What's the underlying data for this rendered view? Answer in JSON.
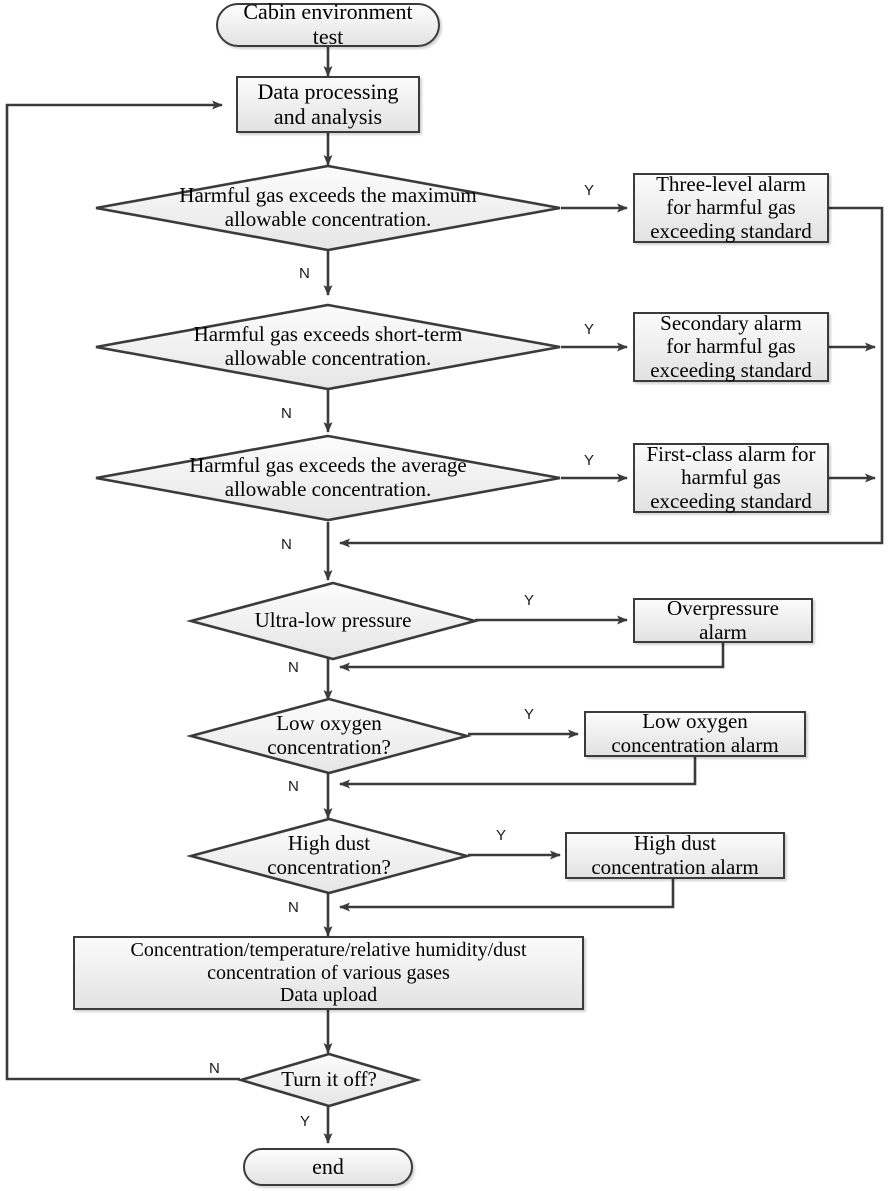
{
  "diagram": {
    "title": "Cabin environment test flowchart",
    "colors": {
      "stroke": "#3b3b3b",
      "fill_light": "#fbfbfb",
      "fill_dark": "#e2e2e2",
      "text": "#000000"
    },
    "nodes": {
      "start": {
        "label": "Cabin environment test",
        "shape": "terminator"
      },
      "data_processing": {
        "label": "Data processing and analysis",
        "shape": "process"
      },
      "d_max": {
        "label": "Harmful gas exceeds the maximum allowable concentration.",
        "shape": "decision"
      },
      "alarm_three_level": {
        "label": "Three-level alarm for harmful gas exceeding standard",
        "shape": "process"
      },
      "d_short": {
        "label": "Harmful gas exceeds short-term allowable concentration.",
        "shape": "decision"
      },
      "alarm_secondary": {
        "label": "Secondary alarm for harmful gas exceeding standard",
        "shape": "process"
      },
      "d_average": {
        "label": "Harmful gas exceeds the average allowable concentration.",
        "shape": "decision"
      },
      "alarm_first_class": {
        "label": "First-class alarm for harmful gas exceeding standard",
        "shape": "process"
      },
      "d_pressure": {
        "label": "Ultra-low pressure",
        "shape": "decision"
      },
      "alarm_overpressure": {
        "label": "Overpressure alarm",
        "shape": "process"
      },
      "d_oxygen": {
        "label": "Low oxygen concentration?",
        "shape": "decision"
      },
      "alarm_oxygen": {
        "label": "Low oxygen concentration alarm",
        "shape": "process"
      },
      "d_dust": {
        "label": "High dust concentration?",
        "shape": "decision"
      },
      "alarm_dust": {
        "label": "High dust concentration alarm",
        "shape": "process"
      },
      "data_upload": {
        "label": "Concentration/temperature/relative humidity/dust concentration of various gases Data upload",
        "shape": "process"
      },
      "d_turn_off": {
        "label": "Turn it off?",
        "shape": "decision"
      },
      "end": {
        "label": "end",
        "shape": "terminator"
      }
    },
    "node_lines": {
      "start": [
        "Cabin environment",
        "test"
      ],
      "data_processing": [
        "Data processing",
        "and analysis"
      ],
      "d_max": [
        "Harmful gas exceeds the maximum",
        "allowable concentration."
      ],
      "alarm_three_level": [
        "Three-level alarm",
        "for harmful gas",
        "exceeding standard"
      ],
      "d_short": [
        "Harmful gas exceeds short-term",
        "allowable concentration."
      ],
      "alarm_secondary": [
        "Secondary alarm",
        "for harmful gas",
        "exceeding standard"
      ],
      "d_average": [
        "Harmful gas exceeds the average",
        "allowable concentration."
      ],
      "alarm_first_class": [
        "First-class alarm for",
        "harmful gas",
        "exceeding standard"
      ],
      "d_pressure": [
        "Ultra-low pressure"
      ],
      "alarm_overpressure": [
        "Overpressure",
        "alarm"
      ],
      "d_oxygen": [
        "Low oxygen",
        "concentration?"
      ],
      "alarm_oxygen": [
        "Low oxygen",
        "concentration alarm"
      ],
      "d_dust": [
        "High dust",
        "concentration?"
      ],
      "alarm_dust": [
        "High dust",
        "concentration alarm"
      ],
      "data_upload": [
        "Concentration/temperature/relative humidity/dust",
        "concentration of various gases",
        "Data upload"
      ],
      "d_turn_off": [
        "Turn it off?"
      ],
      "end": [
        "end"
      ]
    },
    "edge_labels": {
      "yes_max": "Y",
      "no_max": "N",
      "yes_short": "Y",
      "no_short": "N",
      "yes_average": "Y",
      "no_average": "N",
      "yes_pressure": "Y",
      "no_pressure": "N",
      "yes_oxygen": "Y",
      "no_oxygen": "N",
      "yes_dust": "Y",
      "no_dust": "N",
      "no_turn_off": "N",
      "yes_turn_off": "Y"
    }
  }
}
